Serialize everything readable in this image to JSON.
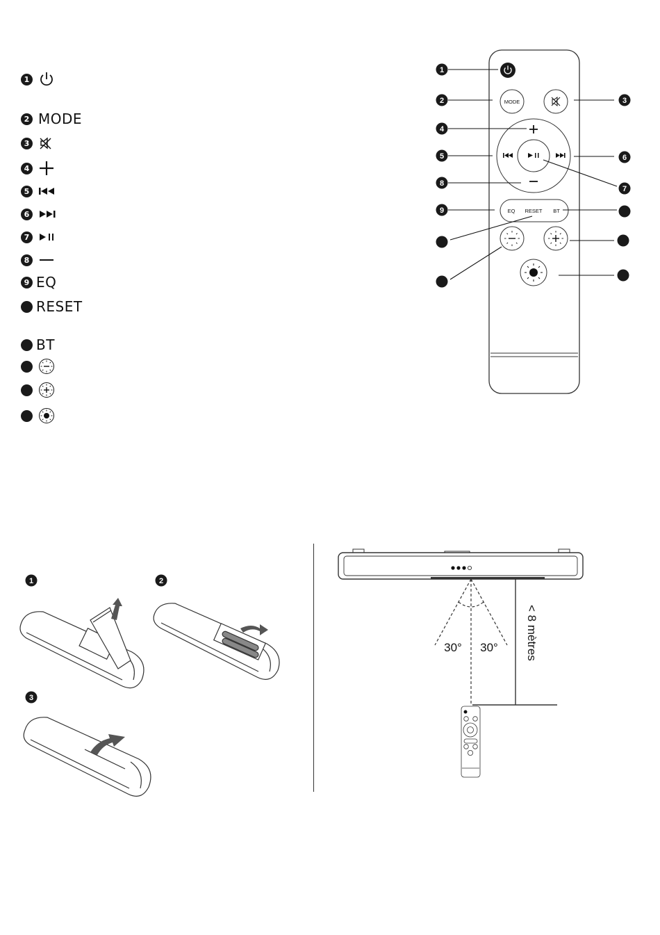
{
  "legend": {
    "items": [
      {
        "num": "1",
        "icon": "power-icon",
        "label": ""
      },
      {
        "num": "2",
        "icon": "",
        "label": "MODE"
      },
      {
        "num": "3",
        "icon": "mute-icon",
        "label": ""
      },
      {
        "num": "4",
        "icon": "plus-icon",
        "label": ""
      },
      {
        "num": "5",
        "icon": "previous-track-icon",
        "label": ""
      },
      {
        "num": "6",
        "icon": "next-track-icon",
        "label": ""
      },
      {
        "num": "7",
        "icon": "play-pause-icon",
        "label": ""
      },
      {
        "num": "8",
        "icon": "minus-icon",
        "label": ""
      },
      {
        "num": "9",
        "icon": "",
        "label": "EQ"
      },
      {
        "num": "",
        "icon": "",
        "label": "RESET"
      },
      {
        "num": "",
        "icon": "",
        "label": "BT"
      },
      {
        "num": "",
        "icon": "brightness-down-icon",
        "label": ""
      },
      {
        "num": "",
        "icon": "brightness-up-icon",
        "label": ""
      },
      {
        "num": "",
        "icon": "light-toggle-icon",
        "label": ""
      }
    ]
  },
  "remote": {
    "mode_label": "MODE",
    "eq_label": "EQ",
    "reset_label": "RESET",
    "bt_label": "BT",
    "callouts": [
      "1",
      "2",
      "3",
      "4",
      "5",
      "6",
      "7",
      "8",
      "9"
    ]
  },
  "battery": {
    "steps": [
      "1",
      "2",
      "3"
    ]
  },
  "range": {
    "angle_left": "30°",
    "angle_right": "30°",
    "distance": "< 8 mètres"
  },
  "colors": {
    "ink": "#1a1a1a",
    "outline": "#333333"
  }
}
